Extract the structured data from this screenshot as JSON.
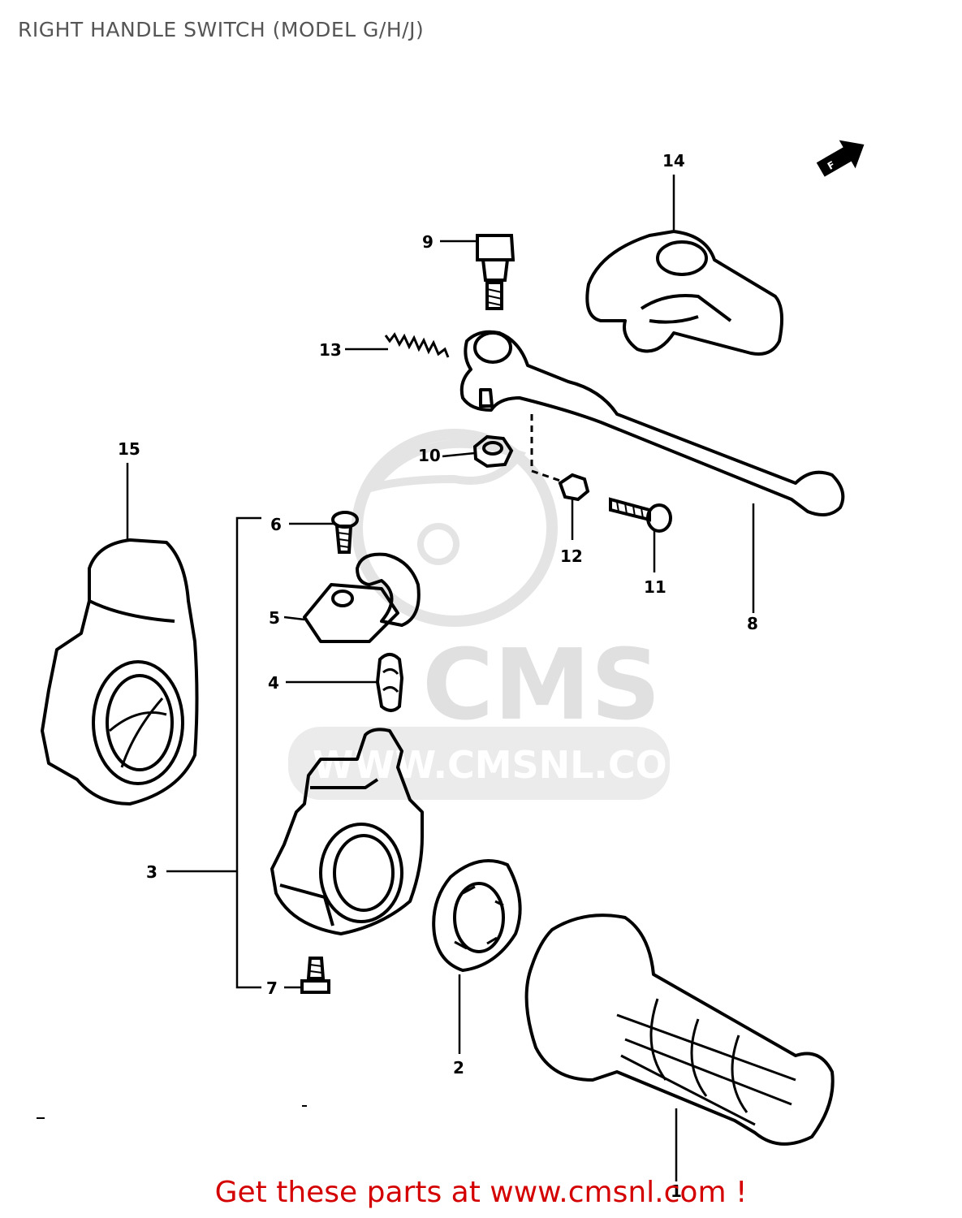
{
  "header": {
    "title": "RIGHT HANDLE SWITCH (MODEL G/H/J)"
  },
  "watermark": {
    "brand": "CMS",
    "url": "WWW.CMSNL.COM"
  },
  "callouts": {
    "p1": "1",
    "p2": "2",
    "p3": "3",
    "p4": "4",
    "p5": "5",
    "p6": "6",
    "p7": "7",
    "p8": "8",
    "p9": "9",
    "p10": "10",
    "p11": "11",
    "p12": "12",
    "p13": "13",
    "p14": "14",
    "p15": "15"
  },
  "footer": {
    "text": "Get these parts at www.cmsnl.com !"
  },
  "colors": {
    "footer": "#d40000",
    "title": "#555555",
    "watermark": "#e2e2e2",
    "line": "#000000"
  }
}
